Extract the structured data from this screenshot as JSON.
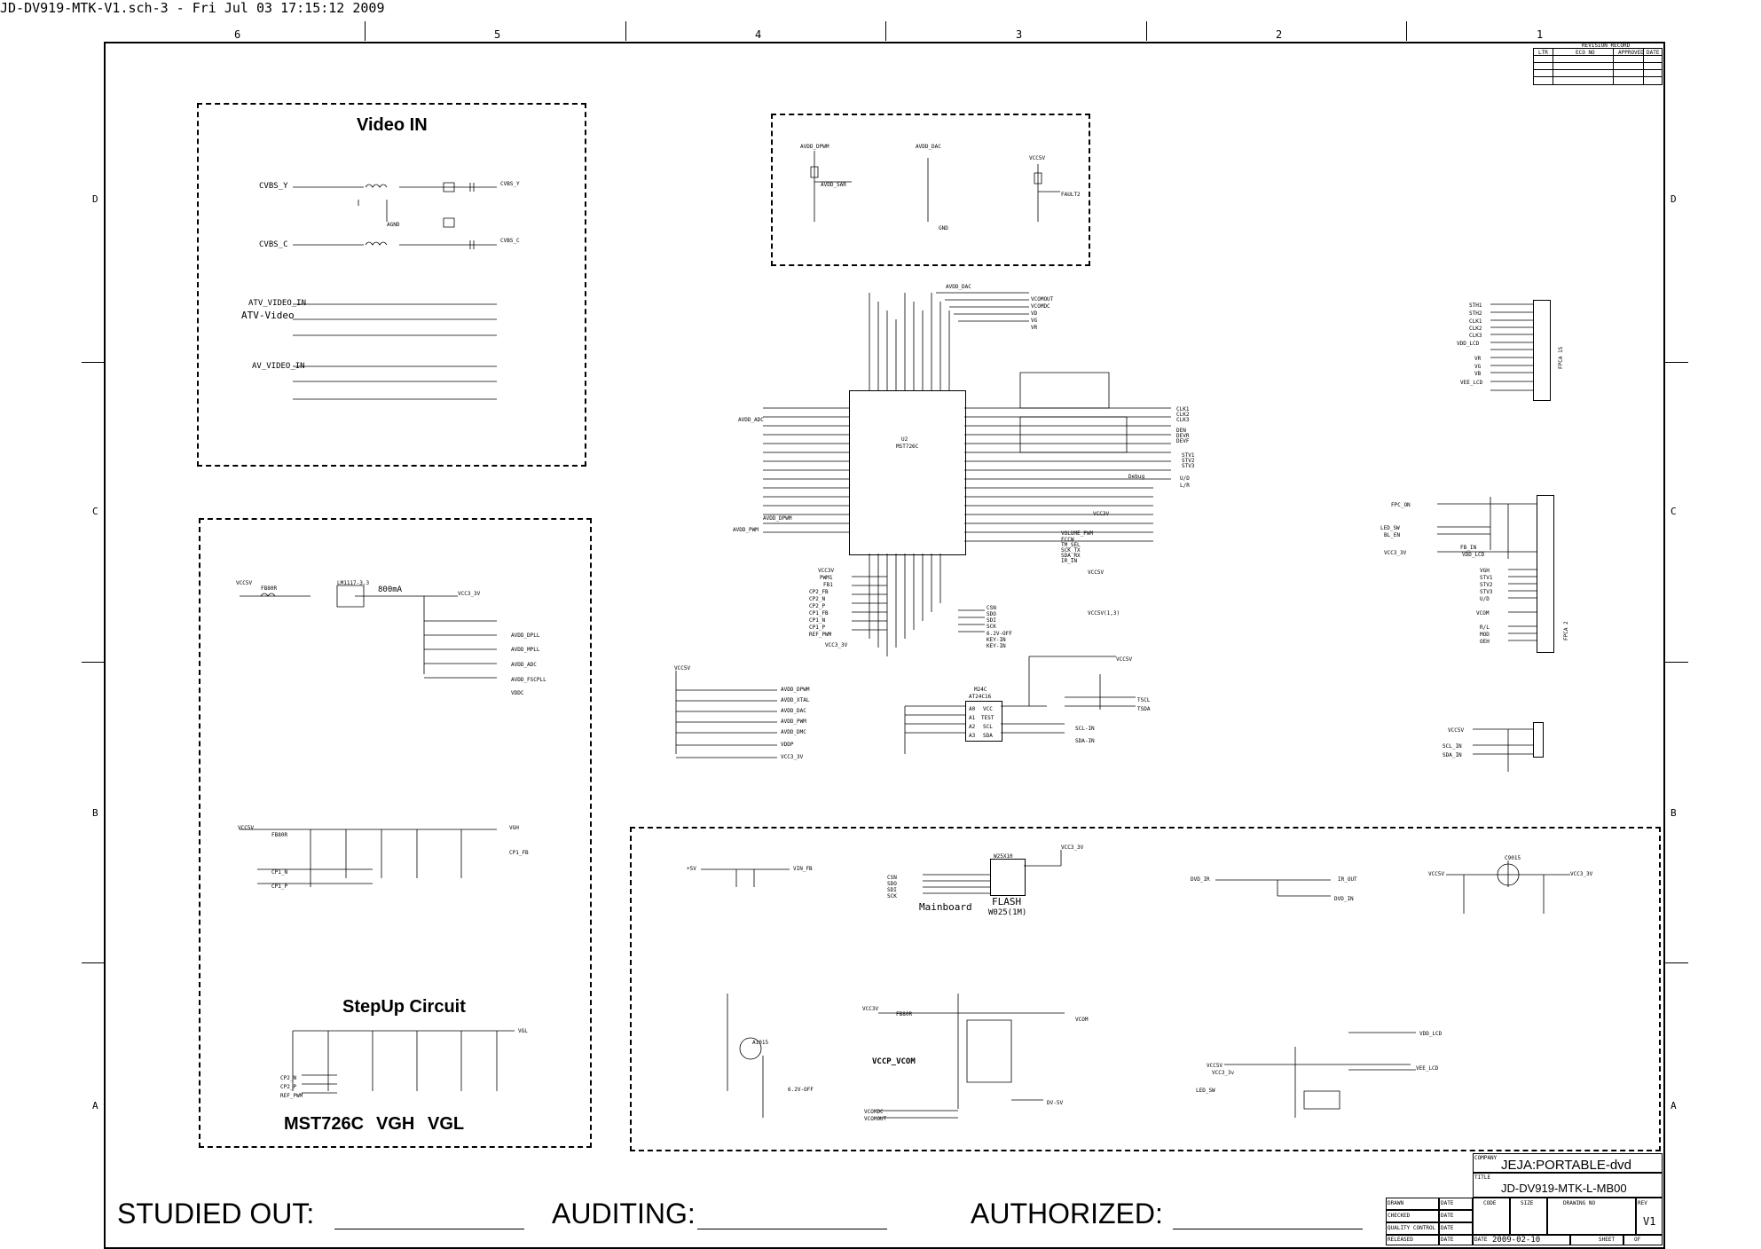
{
  "document": {
    "header": "JD-DV919-MTK-V1.sch-3 - Fri Jul 03 17:15:12 2009",
    "zones_top": [
      "6",
      "5",
      "4",
      "3",
      "2",
      "1"
    ],
    "zones_side": [
      "D",
      "C",
      "B",
      "A"
    ]
  },
  "blocks": {
    "video_in": {
      "title": "Video IN",
      "labels": [
        "CVBS_Y",
        "CVBS_C",
        "ATV_VIDEO_IN",
        "AV_VIDEO_IN",
        "ATV-Video",
        "CVBS_Y",
        "CVBS_C",
        "AGND"
      ]
    },
    "power_top": {
      "labels": [
        "AVDD_DPWM",
        "AVDD_SAR",
        "AVDD_DAC",
        "VCC5V",
        "FAULT2",
        "GND"
      ]
    },
    "power_left": {
      "labels": [
        "VCC5V",
        "FB80R",
        "LM1117-3.3",
        "VCC3_3V",
        "800mA",
        "AVDD_DPLL",
        "AVDD_MPLL",
        "AVDD_ADC",
        "AVDD_FSCPLL",
        "VDDC"
      ]
    },
    "vgh_vgl": {
      "labels": [
        "VCC5V",
        "FB80R",
        "VGH",
        "CP1_FB",
        "CP1_N",
        "CP1_P"
      ]
    },
    "stepup": {
      "title": "StepUp Circuit",
      "subtitle_a": "MST726C",
      "subtitle_b": "VGH",
      "subtitle_c": "VGL",
      "labels": [
        "CP2_N",
        "CP2_P",
        "REF_PWM",
        "VGL"
      ]
    },
    "mcu": {
      "part": "U2",
      "model": "MST726C",
      "labels": [
        "AVDD_DAC",
        "VCOMOUT",
        "VCOMDC",
        "VD",
        "VG",
        "VR",
        "AVDD_ADC",
        "AVDD_PWM",
        "AVDD_DPWM",
        "VCC3V",
        "PWM1",
        "FB1",
        "CP2_FB",
        "CP2_N",
        "CP2_P",
        "CP1_FB",
        "CP1_N",
        "CP1_P",
        "REF_PWM",
        "VCC3_3V",
        "CLK1",
        "CLK2",
        "CLK3",
        "DEN",
        "DEVR",
        "DEVF",
        "STV1",
        "STV2",
        "STV3",
        "U/D",
        "L/R",
        "VOLUME_PWM",
        "FCCW",
        "TM_SEL",
        "SCK_TX",
        "SDA_RX",
        "IR_IN",
        "CSN",
        "SDO",
        "SDI",
        "SCK",
        "6.2V-OFF",
        "KEY-IN",
        "KEY-IN",
        "VCC5V",
        "VCC3V",
        "VCC5V(1,3)",
        "Debug"
      ]
    },
    "eeprom": {
      "part": "M24C",
      "model": "AT24C16",
      "labels": [
        "A0",
        "A1",
        "A2",
        "A3",
        "VCC",
        "TEST",
        "SCL",
        "SDA",
        "TSCL",
        "TSDA",
        "SCL-IN",
        "SDA-IN",
        "VCC5V"
      ]
    },
    "ldo_right": {
      "labels": [
        "VCC5V",
        "AVDD_DPWM",
        "AVDD_XTAL",
        "AVDD_DAC",
        "AVDD_PWM",
        "AVDD_DMC",
        "VDDP",
        "VCC3_3V"
      ]
    },
    "connector_top_right": {
      "name": "FPCA 1S",
      "labels": [
        "STH1",
        "STH2",
        "CLK1",
        "CLK2",
        "CLK3",
        "VDD_LCD",
        "VR",
        "VG",
        "VB",
        "VEE_LCD"
      ]
    },
    "connector_mid_right": {
      "name": "FPCA 2",
      "labels": [
        "FPC_ON",
        "LED_SW",
        "BL_EN",
        "VCC3_3V",
        "FB_IN",
        "VDD_LCD",
        "VGH",
        "STV1",
        "STV2",
        "STV3",
        "U/D",
        "VCOM",
        "R/L",
        "MOD",
        "OEH"
      ]
    },
    "debug_right": {
      "labels": [
        "VCC5V",
        "SCL_IN",
        "SDA_IN"
      ]
    },
    "bottom_box": {
      "flash_title": "FLASH",
      "flash_part": "W25X10",
      "flash_label": "Mainboard",
      "flash_model": "W025(1M)",
      "vccp_title": "VCCP_VCOM",
      "labels": [
        "+5V",
        "VIN_FB",
        "VCC3_3V",
        "CSN",
        "SDO",
        "SDI",
        "SCK",
        "DVD_IR",
        "IR_OUT",
        "DVD_IN",
        "VCC5V",
        "VCC3_3V",
        "A1015",
        "6.2V-OFF",
        "VCC3V",
        "FB80R",
        "VCOM",
        "VCOMDC",
        "VCOMOUT",
        "DV-5V",
        "VDD_LCD",
        "VEE_LCD",
        "VCC5V",
        "LED_SW",
        "VCC3_3v",
        "C9015"
      ]
    }
  },
  "signoff": {
    "studied": "STUDIED OUT:",
    "auditing": "AUDITING:",
    "authorized": "AUTHORIZED:"
  },
  "title_block": {
    "company_label": "COMPANY",
    "company": "JEJA:PORTABLE-dvd",
    "title_label": "TITLE",
    "title": "JD-DV919-MTK-L-MB00",
    "drawn": "DRAWN",
    "checked": "CHECKED",
    "quality": "QUALITY CONTROL",
    "released": "RELEASED",
    "date": "DATE",
    "code": "CODE",
    "size": "SIZE",
    "drawing_no": "DRAWING NO",
    "rev_label": "REV",
    "rev": "V1",
    "date_value": "2009-02-10",
    "sheet": "SHEET",
    "of": "OF"
  },
  "revision_table": {
    "title": "REVISION RECORD",
    "cols": [
      "LTR",
      "ECO NO",
      "APPROVED",
      "DATE"
    ]
  }
}
